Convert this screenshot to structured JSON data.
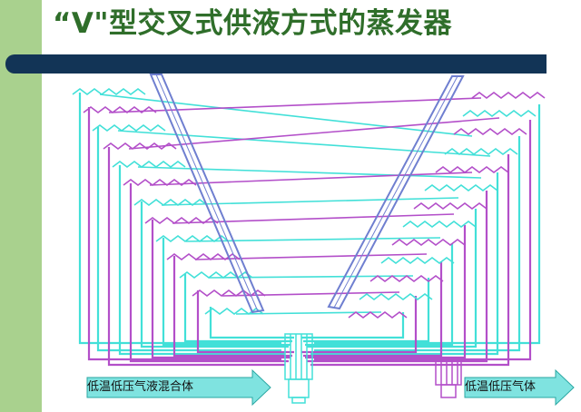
{
  "title": "“V\"型交叉式供液方式的蒸发器",
  "labels": {
    "left_inlet": "低温低压气液混合体",
    "right_outlet": "低温低压气体"
  },
  "colors": {
    "sidebar": "#a9d18e",
    "title_text": "#2f6e2a",
    "title_bar": "#123456",
    "circuit_cyan": "#42e0d8",
    "circuit_magenta": "#b34fc9",
    "header": "#6f7fd0"
  }
}
